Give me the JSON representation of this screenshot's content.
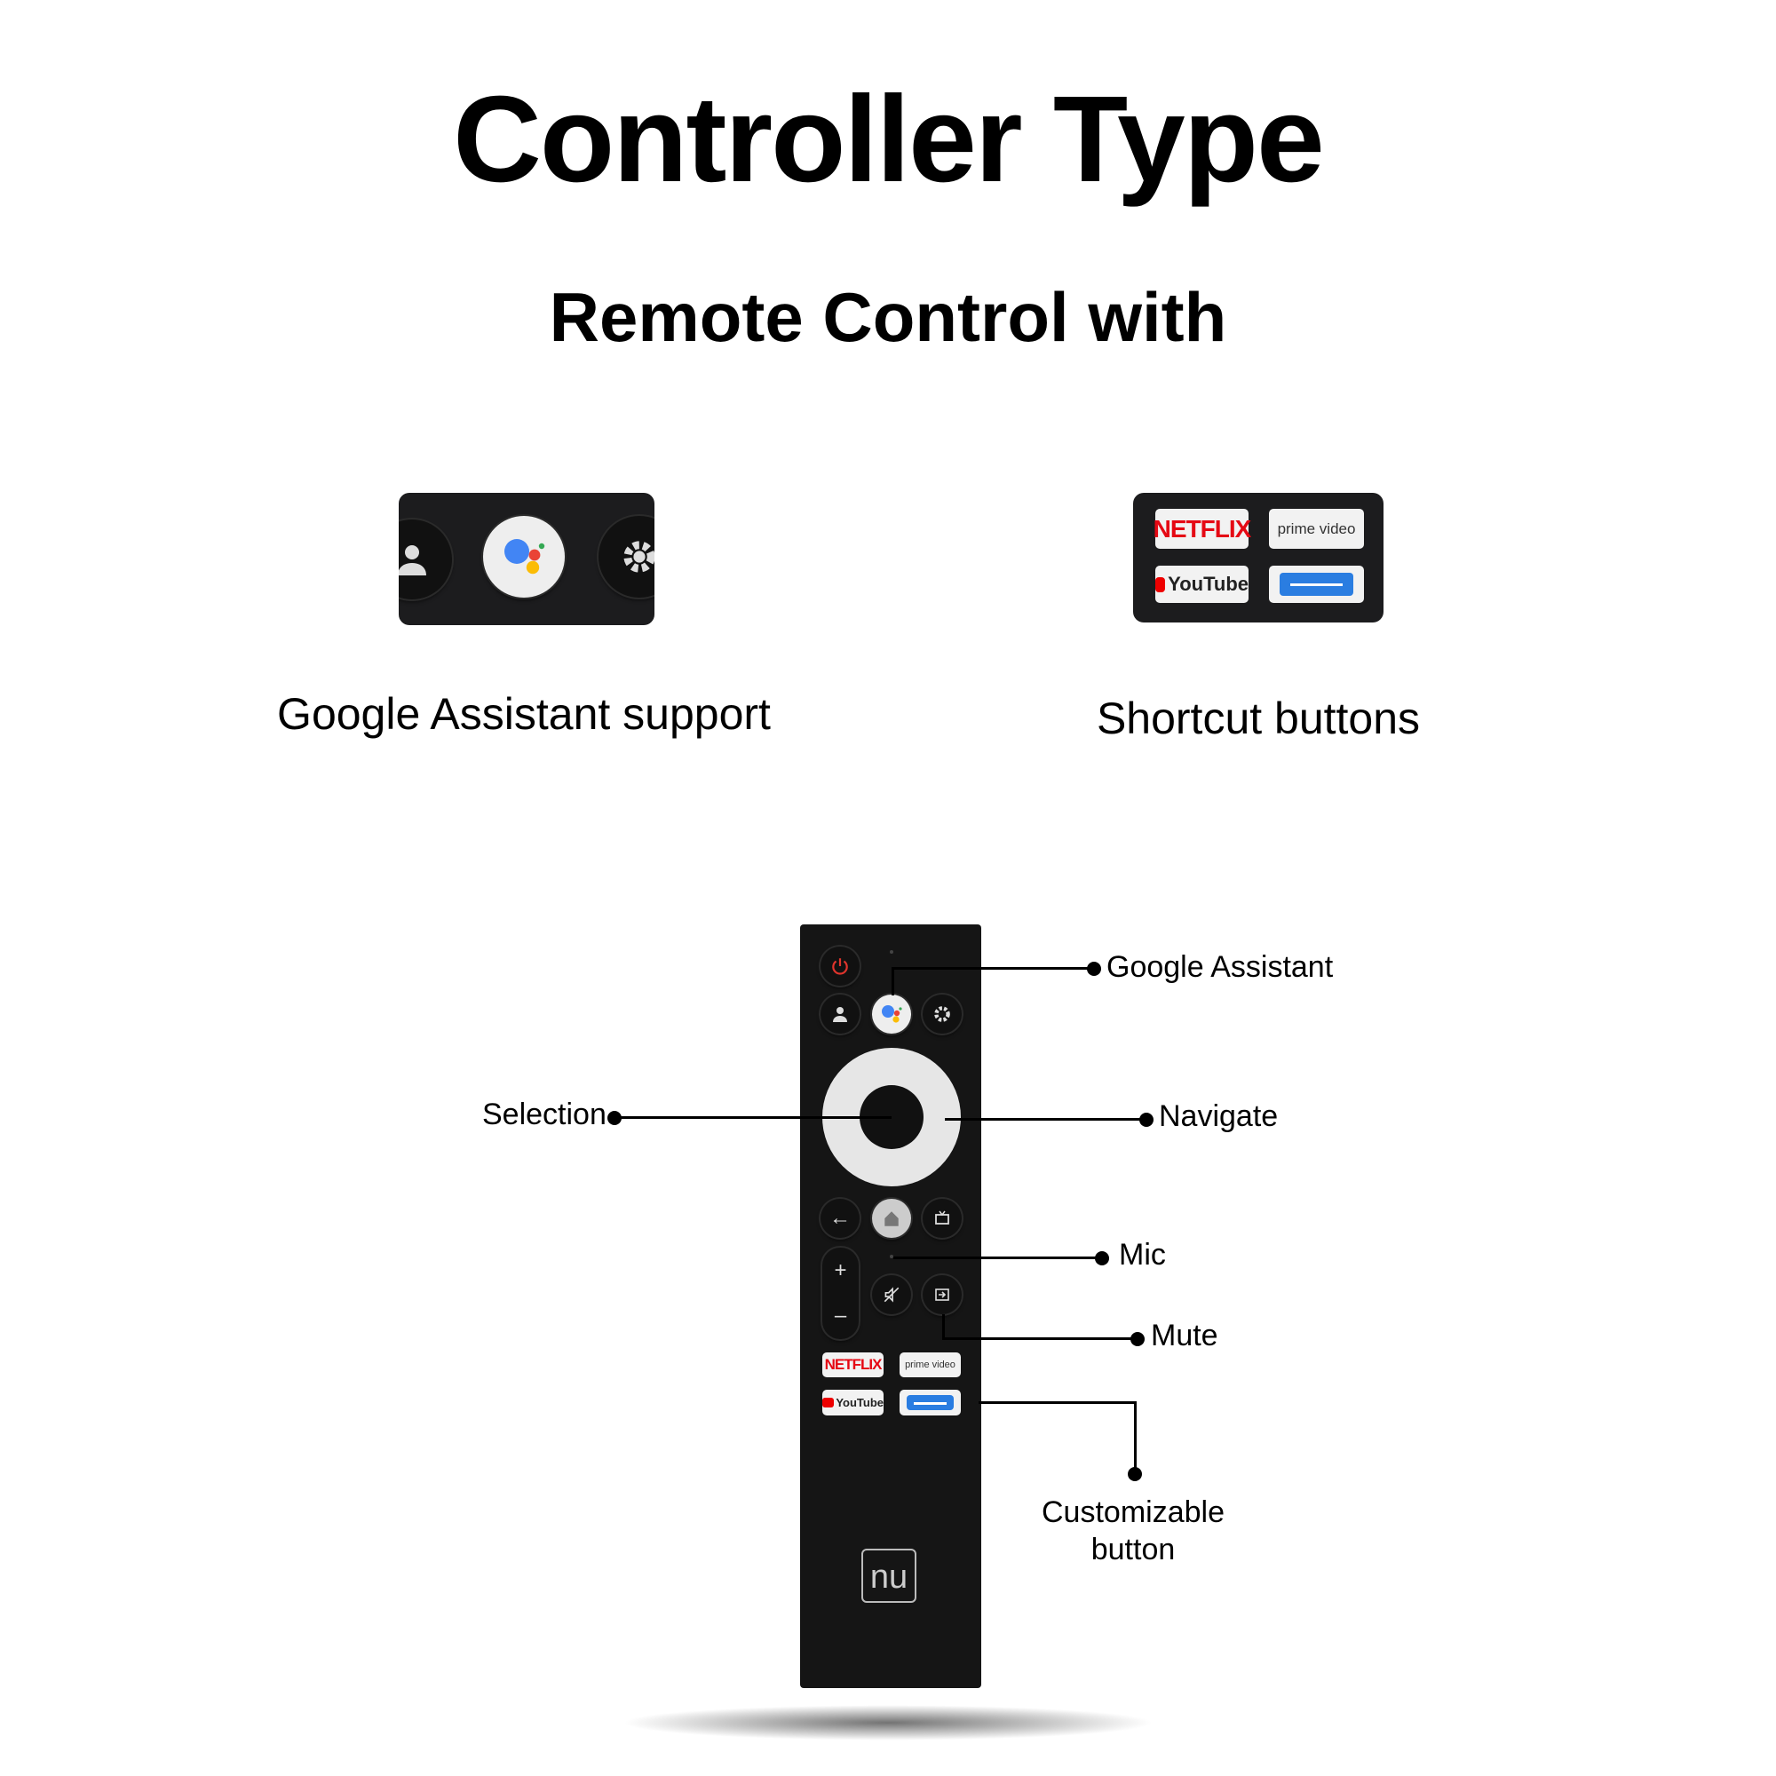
{
  "title": "Controller Type",
  "subtitle": "Remote Control with",
  "features": [
    {
      "caption": "Google Assistant support"
    },
    {
      "caption": "Shortcut buttons"
    }
  ],
  "shortcuts": {
    "netflix": "NETFLIX",
    "prime": "prime video",
    "youtube": "YouTube"
  },
  "callouts": {
    "google_assistant": "Google Assistant",
    "selection": "Selection",
    "navigate": "Navigate",
    "mic": "Mic",
    "mute": "Mute",
    "custom_line1": "Customizable",
    "custom_line2": "button"
  },
  "brand": "nu",
  "colors": {
    "power": "#e0342c",
    "netflix": "#e50914",
    "custom": "#2a7de1"
  }
}
